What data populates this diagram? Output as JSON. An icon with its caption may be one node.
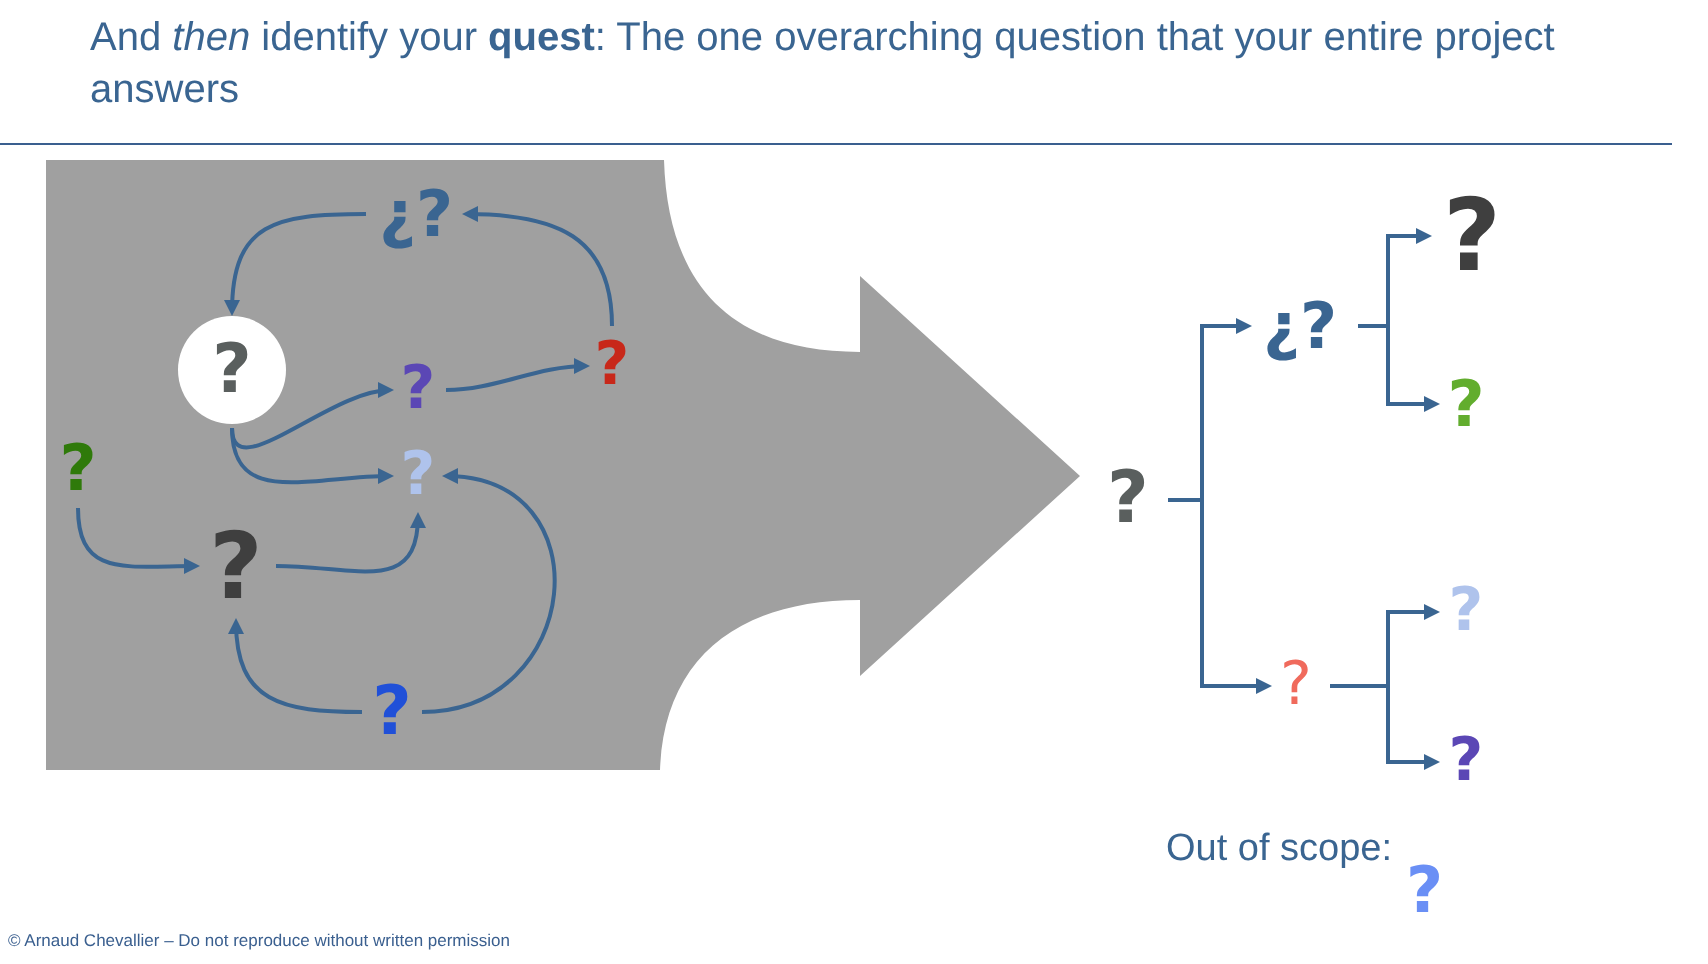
{
  "diagram": {
    "title": "And *then* identify your **quest**: The one overarching question that your entire project answers",
    "nodes": [
      {
        "text": [
          "¿?"
        ]
      },
      {
        "text": [
          "?"
        ]
      },
      {
        "text": [
          "?"
        ]
      },
      {
        "text": [
          "?"
        ]
      },
      {
        "text": [
          "?"
        ]
      },
      {
        "text": [
          "?"
        ]
      },
      {
        "text": [
          "?"
        ]
      },
      {
        "text": [
          "?"
        ]
      },
      {
        "text": [
          "?"
        ]
      },
      {
        "text": [
          "¿?"
        ]
      },
      {
        "text": [
          "?"
        ]
      },
      {
        "text": [
          "?"
        ]
      },
      {
        "text": [
          "?"
        ]
      },
      {
        "text": [
          "?"
        ]
      },
      {
        "text": [
          "?"
        ]
      }
    ],
    "edges": [
      {
        "from": 0,
        "to": 1,
        "arrow": "to"
      },
      {
        "from": 3,
        "to": 0,
        "arrow": "to"
      },
      {
        "from": 1,
        "to": 2,
        "arrow": "to"
      },
      {
        "from": 2,
        "to": 3,
        "arrow": "to"
      },
      {
        "from": 1,
        "to": 5,
        "arrow": "to"
      },
      {
        "from": 4,
        "to": 6,
        "arrow": "to"
      },
      {
        "from": 6,
        "to": 5,
        "arrow": "to"
      },
      {
        "from": 7,
        "to": 6,
        "arrow": "to"
      },
      {
        "from": 7,
        "to": 5,
        "arrow": "to"
      },
      {
        "from": 8,
        "to": 9,
        "arrow": "to"
      },
      {
        "from": 8,
        "to": 12,
        "arrow": "to"
      },
      {
        "from": 9,
        "to": 10,
        "arrow": "to"
      },
      {
        "from": 9,
        "to": 11,
        "arrow": "to"
      },
      {
        "from": 12,
        "to": 13,
        "arrow": "to"
      },
      {
        "from": 12,
        "to": 14,
        "arrow": "to"
      }
    ],
    "labels": [
      "Out of scope:",
      "?",
      "© Arnaud Chevallier – Do not reproduce without written permission"
    ]
  }
}
